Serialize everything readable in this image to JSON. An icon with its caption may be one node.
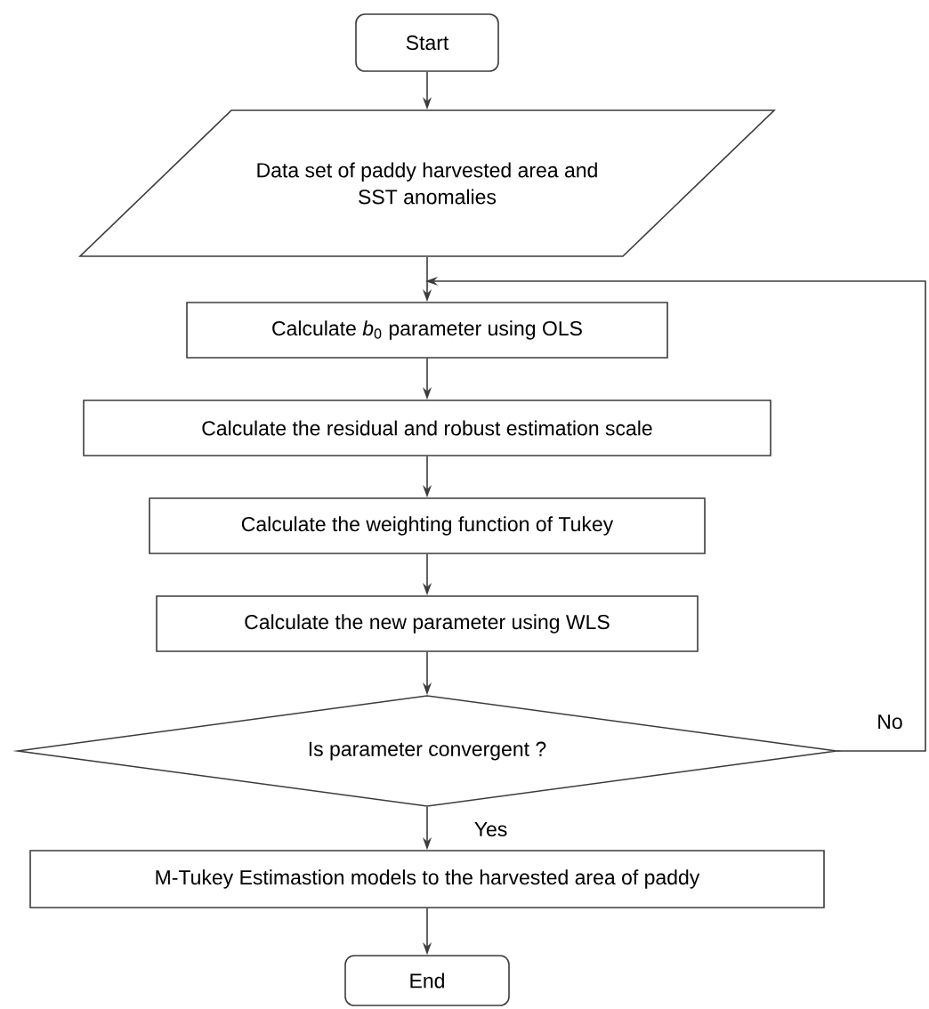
{
  "diagram": {
    "nodes": [
      {
        "text": [
          "Start"
        ]
      },
      {
        "text": [
          "Data set of paddy harvested area and SST anomalies"
        ]
      },
      {
        "text": [
          "Calculate *b*$_{0}$ parameter using OLS"
        ]
      },
      {
        "text": [
          "Calculate the residual and robust estimation scale"
        ]
      },
      {
        "text": [
          "Calculate the weighting function of Tukey"
        ]
      },
      {
        "text": [
          "Calculate the new parameter using WLS"
        ]
      },
      {
        "text": [
          "Is parameter convergent ?"
        ]
      },
      {
        "text": [
          "M-Tukey Estimastion models to the harvested area of paddy"
        ]
      },
      {
        "text": [
          "End"
        ]
      }
    ],
    "edges": [
      {
        "from": 0,
        "to": 1,
        "arrow": "to"
      },
      {
        "from": 1,
        "to": 2,
        "arrow": "to"
      },
      {
        "from": 2,
        "to": 3,
        "arrow": "to"
      },
      {
        "from": 3,
        "to": 4,
        "arrow": "to"
      },
      {
        "from": 4,
        "to": 5,
        "arrow": "to"
      },
      {
        "from": 5,
        "to": 6,
        "arrow": "to"
      },
      {
        "from": 6,
        "to": 7,
        "arrow": "to",
        "label": "Yes"
      },
      {
        "from": 7,
        "to": 8,
        "arrow": "to"
      },
      {
        "from": 6,
        "to": 2,
        "arrow": "to",
        "label": "No"
      }
    ]
  }
}
